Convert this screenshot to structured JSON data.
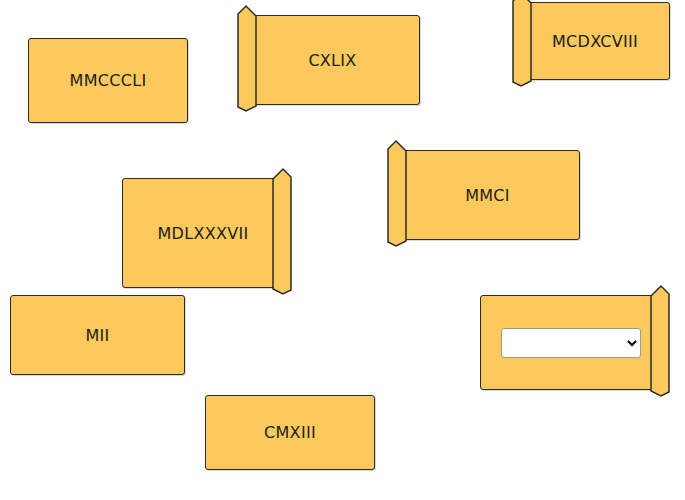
{
  "diagram": {
    "nodes": [
      {
        "text": [
          "MMCCCLI"
        ]
      },
      {
        "text": [
          "CXLIX"
        ]
      },
      {
        "text": [
          "MCDXCVIII"
        ]
      },
      {
        "text": [
          "MDLXXXVII"
        ]
      },
      {
        "text": [
          "MMCI"
        ]
      },
      {
        "text": [
          "MII"
        ]
      },
      {
        "text": [
          "CMXIII"
        ]
      }
    ]
  }
}
